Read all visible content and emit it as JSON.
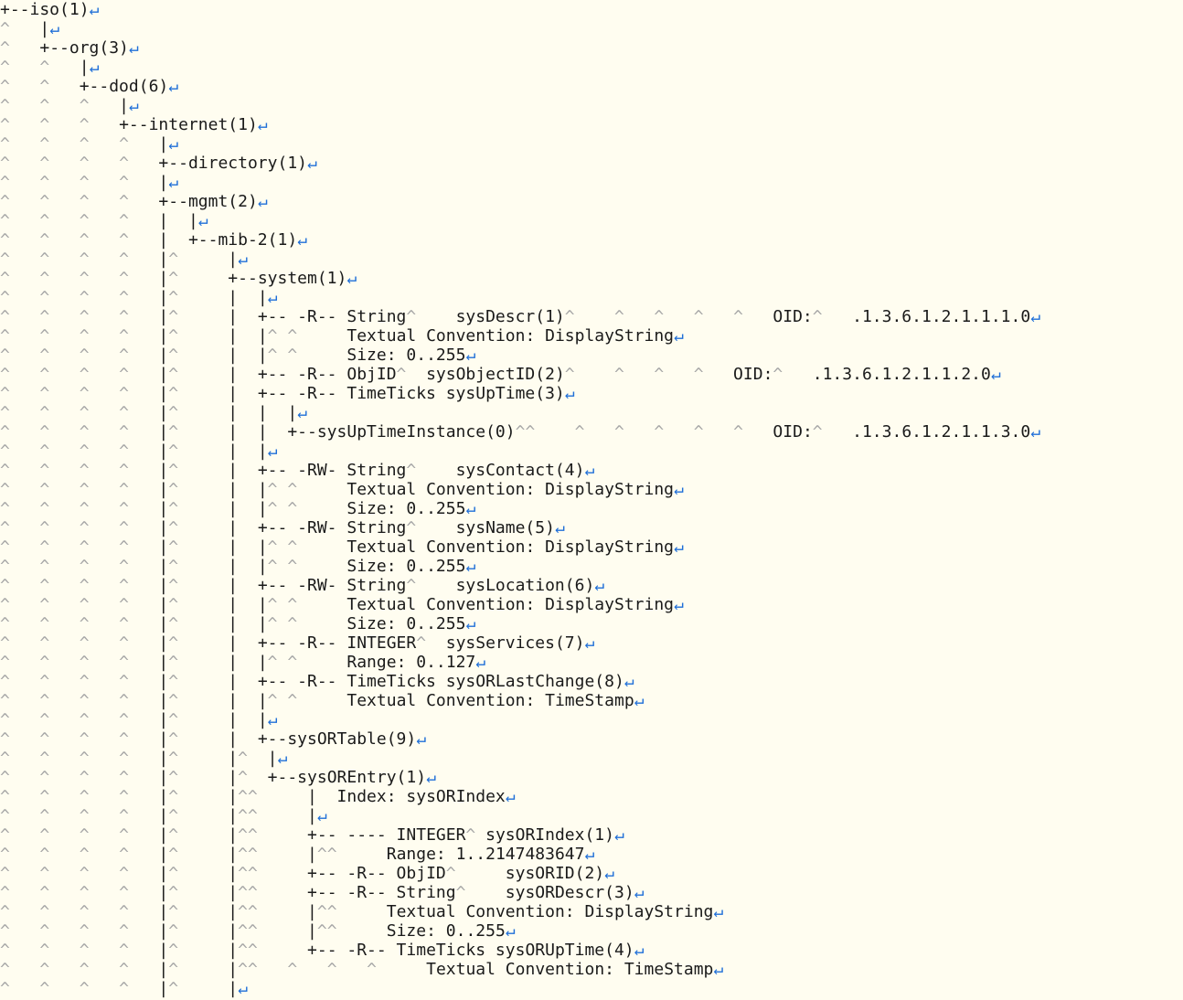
{
  "editor": {
    "colors": {
      "background": "#fffdf0",
      "text": "#1a1a1a",
      "tab_marker": "#a6a6a6",
      "newline_marker": "#1f6fd8"
    },
    "markers": {
      "newline": "↵",
      "tab": "^"
    },
    "lines": [
      "+--iso(1)",
      "^   |",
      "^   +--org(3)",
      "^   ^   |",
      "^   ^   +--dod(6)",
      "^   ^   ^   |",
      "^   ^   ^   +--internet(1)",
      "^   ^   ^   ^   |",
      "^   ^   ^   ^   +--directory(1)",
      "^   ^   ^   ^   |",
      "^   ^   ^   ^   +--mgmt(2)",
      "^   ^   ^   ^   |  |",
      "^   ^   ^   ^   |  +--mib-2(1)",
      "^   ^   ^   ^   |^     |",
      "^   ^   ^   ^   |^     +--system(1)",
      "^   ^   ^   ^   |^     |  |",
      "^   ^   ^   ^   |^     |  +-- -R-- String^    sysDescr(1)^    ^   ^   ^   ^   OID:^   .1.3.6.1.2.1.1.1.0",
      "^   ^   ^   ^   |^     |  |^ ^     Textual Convention: DisplayString",
      "^   ^   ^   ^   |^     |  |^ ^     Size: 0..255",
      "^   ^   ^   ^   |^     |  +-- -R-- ObjID^  sysObjectID(2)^    ^   ^   ^   OID:^   .1.3.6.1.2.1.1.2.0",
      "^   ^   ^   ^   |^     |  +-- -R-- TimeTicks sysUpTime(3)",
      "^   ^   ^   ^   |^     |  |  |",
      "^   ^   ^   ^   |^     |  |  +--sysUpTimeInstance(0)^^    ^   ^   ^   ^   ^   OID:^   .1.3.6.1.2.1.1.3.0",
      "^   ^   ^   ^   |^     |  |",
      "^   ^   ^   ^   |^     |  +-- -RW- String^    sysContact(4)",
      "^   ^   ^   ^   |^     |  |^ ^     Textual Convention: DisplayString",
      "^   ^   ^   ^   |^     |  |^ ^     Size: 0..255",
      "^   ^   ^   ^   |^     |  +-- -RW- String^    sysName(5)",
      "^   ^   ^   ^   |^     |  |^ ^     Textual Convention: DisplayString",
      "^   ^   ^   ^   |^     |  |^ ^     Size: 0..255",
      "^   ^   ^   ^   |^     |  +-- -RW- String^    sysLocation(6)",
      "^   ^   ^   ^   |^     |  |^ ^     Textual Convention: DisplayString",
      "^   ^   ^   ^   |^     |  |^ ^     Size: 0..255",
      "^   ^   ^   ^   |^     |  +-- -R-- INTEGER^  sysServices(7)",
      "^   ^   ^   ^   |^     |  |^ ^     Range: 0..127",
      "^   ^   ^   ^   |^     |  +-- -R-- TimeTicks sysORLastChange(8)",
      "^   ^   ^   ^   |^     |  |^ ^     Textual Convention: TimeStamp",
      "^   ^   ^   ^   |^     |  |",
      "^   ^   ^   ^   |^     |  +--sysORTable(9)",
      "^   ^   ^   ^   |^     |^  |",
      "^   ^   ^   ^   |^     |^  +--sysOREntry(1)",
      "^   ^   ^   ^   |^     |^^     |  Index: sysORIndex",
      "^   ^   ^   ^   |^     |^^     |",
      "^   ^   ^   ^   |^     |^^     +-- ---- INTEGER^ sysORIndex(1)",
      "^   ^   ^   ^   |^     |^^     |^^     Range: 1..2147483647",
      "^   ^   ^   ^   |^     |^^     +-- -R-- ObjID^     sysORID(2)",
      "^   ^   ^   ^   |^     |^^     +-- -R-- String^    sysORDescr(3)",
      "^   ^   ^   ^   |^     |^^     |^^     Textual Convention: DisplayString",
      "^   ^   ^   ^   |^     |^^     |^^     Size: 0..255",
      "^   ^   ^   ^   |^     |^^     +-- -R-- TimeTicks sysORUpTime(4)",
      "^   ^   ^   ^   |^     |^^   ^   ^   ^     Textual Convention: TimeStamp",
      "^   ^   ^   ^   |^     |"
    ]
  }
}
